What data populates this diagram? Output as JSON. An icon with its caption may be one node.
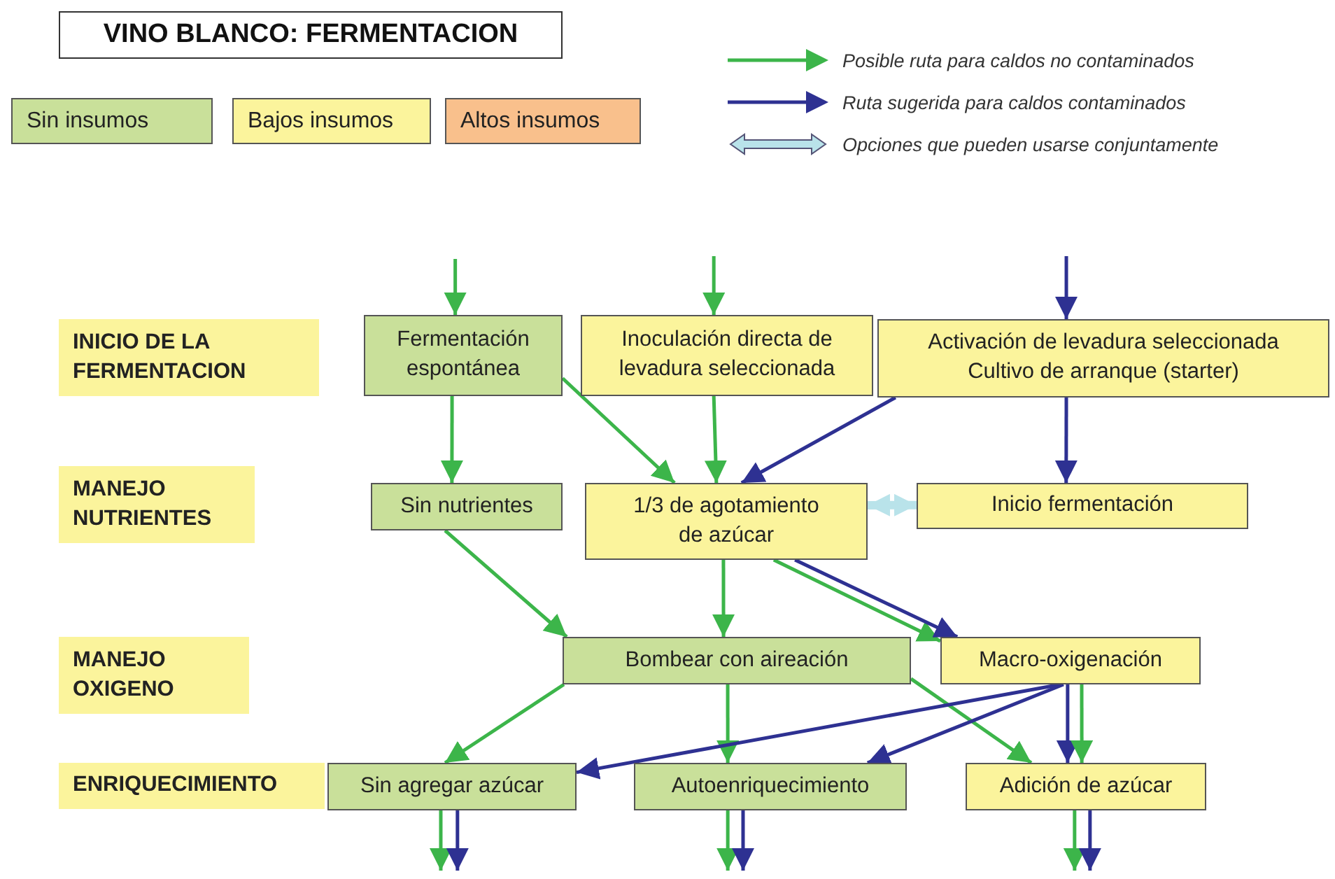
{
  "diagram": {
    "title": "VINO BLANCO: FERMENTACION",
    "nodes": [
      {
        "text": [
          "INICIO DE LA FERMENTACION"
        ]
      },
      {
        "text": [
          "Fermentación espontánea"
        ]
      },
      {
        "text": [
          "Inoculación directa de levadura seleccionada"
        ]
      },
      {
        "text": [
          "Activación de levadura seleccionada Cultivo de arranque (starter)"
        ]
      },
      {
        "text": [
          "MANEJO NUTRIENTES"
        ]
      },
      {
        "text": [
          "Sin nutrientes"
        ]
      },
      {
        "text": [
          "1/3 de agotamiento de azúcar"
        ]
      },
      {
        "text": [
          "Inicio fermentación"
        ]
      },
      {
        "text": [
          "MANEJO OXIGENO"
        ]
      },
      {
        "text": [
          "Bombear con aireación"
        ]
      },
      {
        "text": [
          "Macro-oxigenación"
        ]
      },
      {
        "text": [
          "ENRIQUECIMIENTO"
        ]
      },
      {
        "text": [
          "Sin agregar azúcar"
        ]
      },
      {
        "text": [
          "Autoenriquecimiento"
        ]
      },
      {
        "text": [
          "Adición de azúcar"
        ]
      }
    ],
    "edges": [
      {
        "from": null,
        "to": 1,
        "arrow": "to"
      },
      {
        "from": null,
        "to": 2,
        "arrow": "to"
      },
      {
        "from": null,
        "to": 3,
        "arrow": "to",
        "color": "#2e3192"
      },
      {
        "from": 1,
        "to": 5,
        "arrow": "to"
      },
      {
        "from": 1,
        "to": 6,
        "arrow": "to"
      },
      {
        "from": 2,
        "to": 6,
        "arrow": "to"
      },
      {
        "from": 3,
        "to": 6,
        "arrow": "to",
        "color": "#2e3192"
      },
      {
        "from": 3,
        "to": 7,
        "arrow": "to",
        "color": "#2e3192"
      },
      {
        "from": 6,
        "to": 7,
        "arrow": "both",
        "style": "thick",
        "color": "#b9e3ea"
      },
      {
        "from": 5,
        "to": 9,
        "arrow": "to"
      },
      {
        "from": 6,
        "to": 9,
        "arrow": "to"
      },
      {
        "from": 6,
        "to": 10,
        "arrow": "to"
      },
      {
        "from": 6,
        "to": 10,
        "arrow": "to",
        "color": "#2e3192"
      },
      {
        "from": 9,
        "to": 12,
        "arrow": "to"
      },
      {
        "from": 9,
        "to": 13,
        "arrow": "to"
      },
      {
        "from": 9,
        "to": 14,
        "arrow": "to"
      },
      {
        "from": 10,
        "to": 12,
        "arrow": "to",
        "color": "#2e3192"
      },
      {
        "from": 10,
        "to": 13,
        "arrow": "to",
        "color": "#2e3192"
      },
      {
        "from": 10,
        "to": 14,
        "arrow": "to",
        "color": "#2e3192"
      },
      {
        "from": 10,
        "to": 14,
        "arrow": "to"
      },
      {
        "from": 12,
        "to": null,
        "arrow": "to"
      },
      {
        "from": 12,
        "to": null,
        "arrow": "to",
        "color": "#2e3192"
      },
      {
        "from": 13,
        "to": null,
        "arrow": "to"
      },
      {
        "from": 13,
        "to": null,
        "arrow": "to",
        "color": "#2e3192"
      },
      {
        "from": 14,
        "to": null,
        "arrow": "to"
      },
      {
        "from": 14,
        "to": null,
        "arrow": "to",
        "color": "#2e3192"
      }
    ],
    "legend": [
      {
        "text": "Sin insumos",
        "color": "#c9e09a"
      },
      {
        "text": "Bajos insumos",
        "color": "#fbf49c"
      },
      {
        "text": "Altos insumos",
        "color": "#f9c08c"
      },
      {
        "text": "Posible ruta para caldos no contaminados"
      },
      {
        "text": "Ruta sugerida para caldos contaminados"
      },
      {
        "text": "Opciones que pueden usarse conjuntamente"
      }
    ]
  }
}
